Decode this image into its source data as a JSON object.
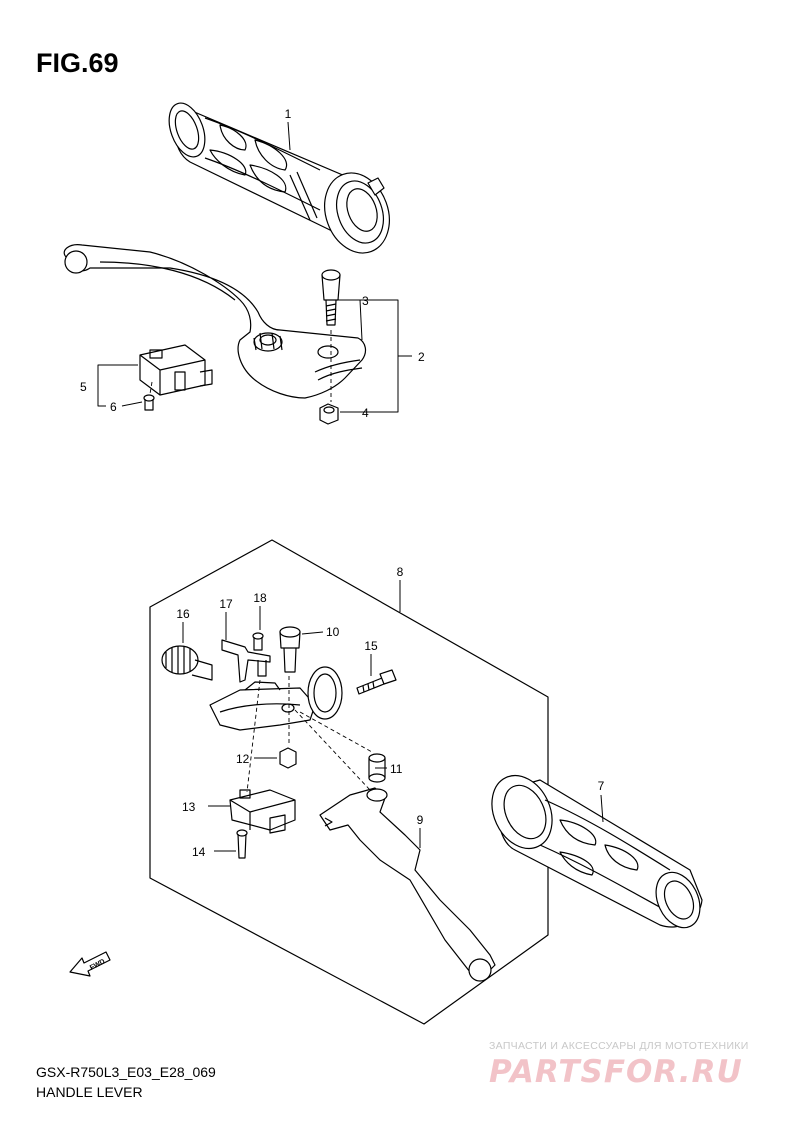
{
  "figure": {
    "title": "FIG.69",
    "model_code": "GSX-R750L3_E03_E28_069",
    "section_name": "HANDLE LEVER"
  },
  "callouts": [
    "1",
    "2",
    "3",
    "4",
    "5",
    "6",
    "7",
    "8",
    "9",
    "10",
    "11",
    "12",
    "13",
    "14",
    "15",
    "16",
    "17",
    "18"
  ],
  "watermark": {
    "tagline": "ЗАПЧАСТИ И АКСЕССУАРЫ ДЛЯ МОТОТЕХНИКИ",
    "logo": "PARTSFOR.RU"
  },
  "fwd_label": "FWD",
  "colors": {
    "line": "#000000",
    "watermark_text": "#c8c8c8",
    "watermark_logo": "#f2c3c8"
  }
}
